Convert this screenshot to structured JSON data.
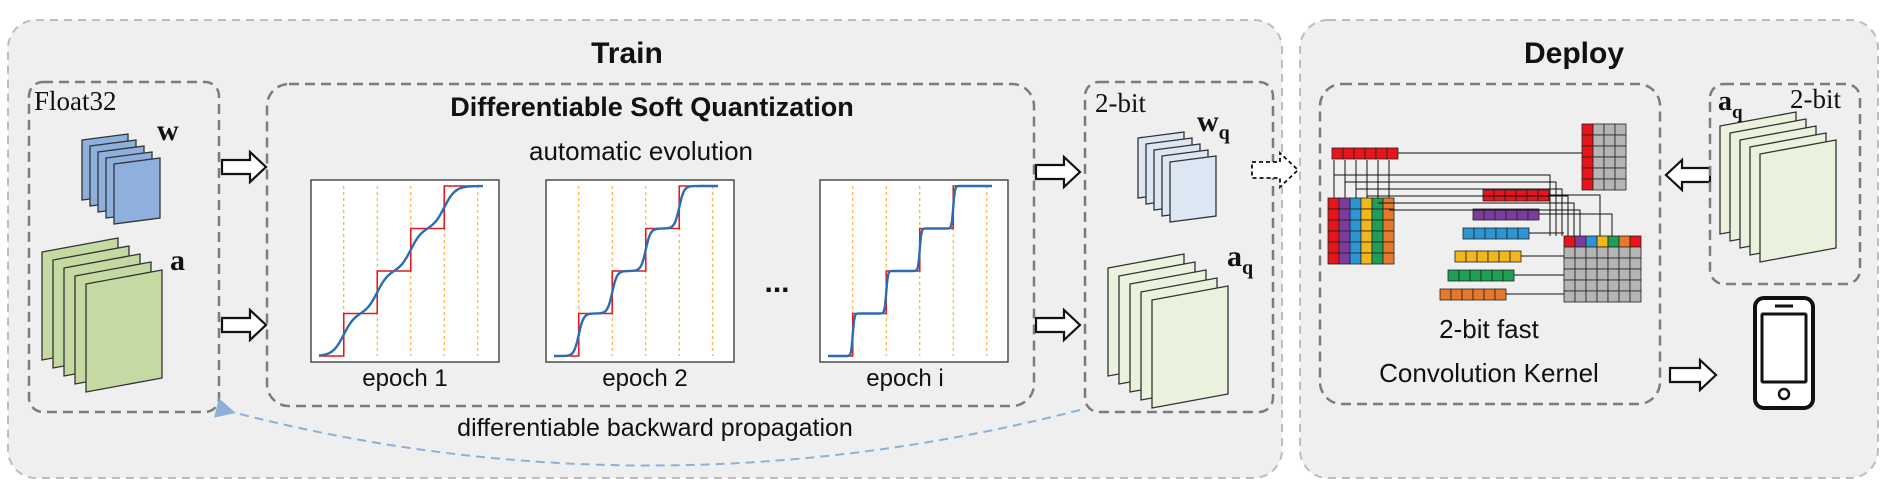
{
  "train": {
    "title": "Train",
    "float_label": "Float32",
    "w_label": "w",
    "a_label": "a",
    "dsq_title": "Differentiable Soft Quantization",
    "dsq_subtitle": "automatic evolution",
    "epochs": [
      "epoch 1",
      "epoch 2",
      "epoch i"
    ],
    "ellipsis": "...",
    "bit_label": "2-bit",
    "wq_label": "w",
    "aq_label": "a",
    "q_sub": "q",
    "backward_label": "differentiable backward propagation"
  },
  "deploy": {
    "title": "Deploy",
    "kernel_line1": "2-bit fast",
    "kernel_line2": "Convolution Kernel",
    "aq_label": "a",
    "q_sub": "q",
    "bit_label": "2-bit"
  },
  "colors": {
    "float_w": "#8fb0dd",
    "float_a": "#c5d9a2",
    "quant_w": "#dde7f3",
    "quant_a": "#eaf2de",
    "kernel_rows": [
      "#e8141b",
      "#7b3c9e",
      "#2e95d4",
      "#f2b71b",
      "#1f9f55",
      "#e8792b"
    ],
    "grid_gray": "#b5b5b5",
    "curve_blue": "#2a6db3",
    "step_red": "#e41a1c",
    "vline_orange": "#f4a62a"
  }
}
